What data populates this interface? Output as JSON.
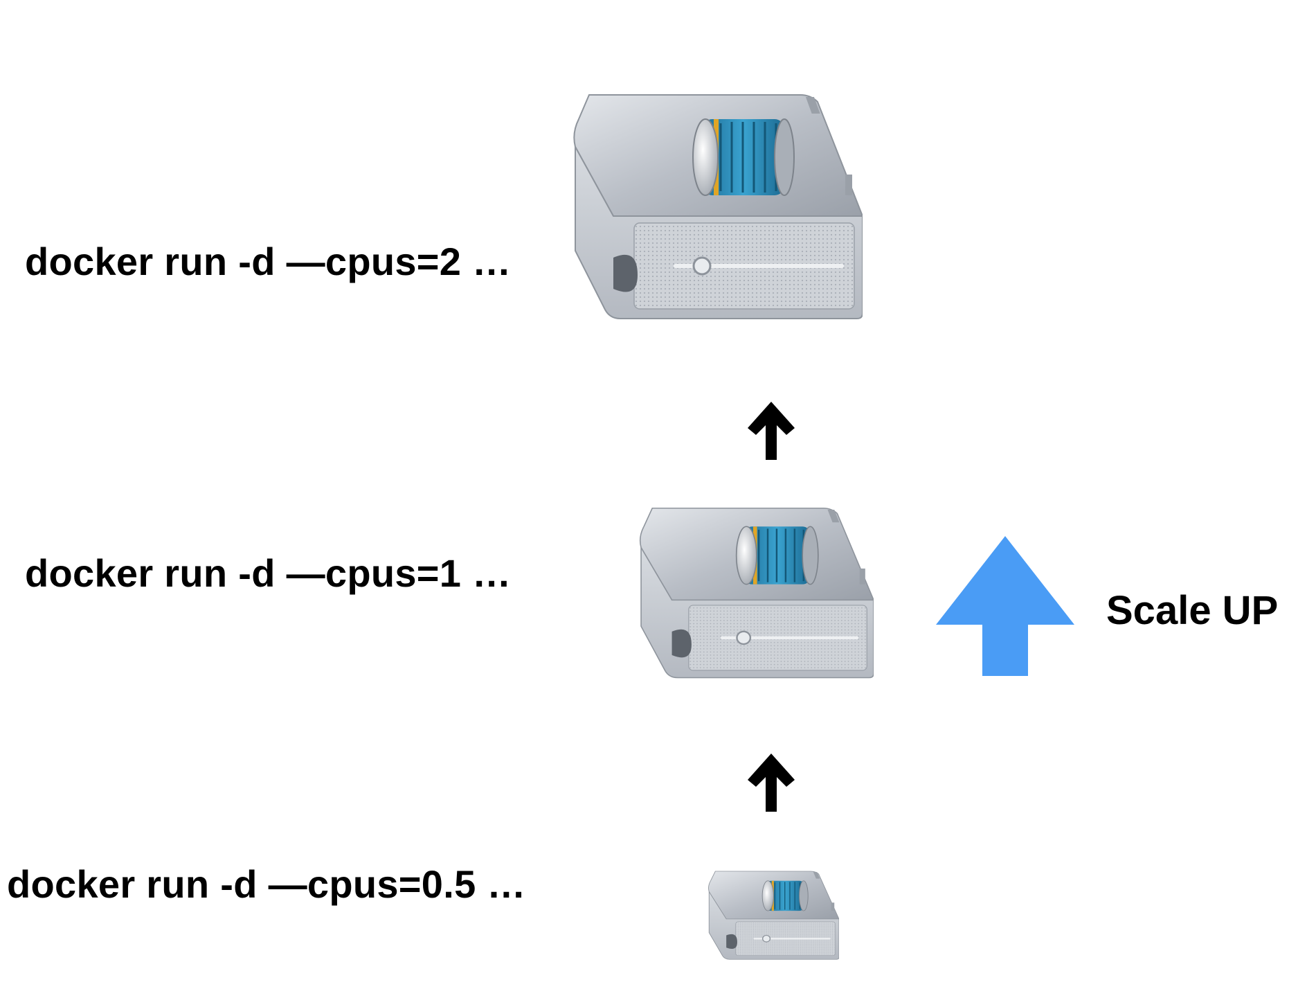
{
  "commands": {
    "top": "docker run -d —cpus=2 …",
    "middle": "docker run -d —cpus=1 …",
    "bottom": "docker run -d —cpus=0.5 …"
  },
  "scale_label": "Scale UP",
  "colors": {
    "scale_arrow": "#4A9CF5",
    "step_arrow": "#000000",
    "server_body": "#C9CDD3",
    "disk_blue": "#2D8BB8",
    "disk_gold": "#E0A526"
  },
  "icons": {
    "server": "server-icon",
    "step_arrow": "arrow-up-icon",
    "scale_arrow": "scale-up-arrow-icon"
  }
}
